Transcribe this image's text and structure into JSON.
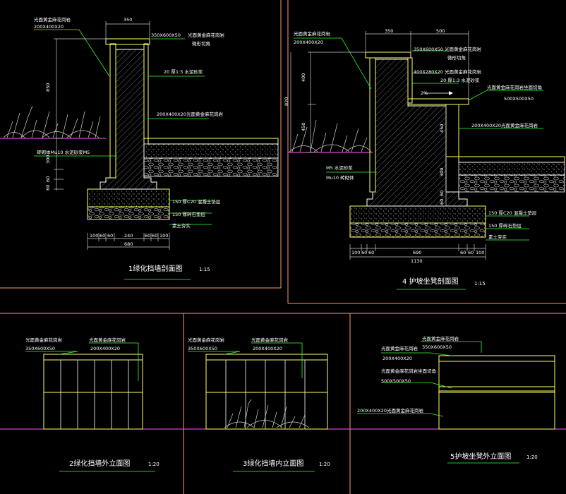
{
  "colors": {
    "frame": "#ff9a66",
    "wall": "#fff",
    "yellow": "#ffff66",
    "green": "#33ff33",
    "cyan": "#33ffff",
    "magenta": "#ff55ff",
    "plant": "#cfcfcf",
    "white": "#ffffff"
  },
  "s1": {
    "title": "1绿化挡墙剖面图",
    "scale": "1:15",
    "lbl_cap_note": "光面黄金麻花岗岩",
    "lbl_cap_dim": "200X400X20",
    "dim_top": "350",
    "lbl_top_slab": "350X600X50",
    "lbl_top_slab2": "光面黄金麻花岗岩",
    "lbl_top_slab3": "微形切角",
    "lbl_mortar": "20 厚1:3 水泥砂浆",
    "lbl_face": "200X400X20光面黄金麻花岗岩",
    "v_850": "850",
    "v_300": "300",
    "v_60a": "60",
    "v_60b": "60",
    "lbl_brick": "砖砌体Mu10  水泥砂浆M5",
    "lbl_base1": "150 厚C20 混凝土垫层",
    "lbl_base2": "150 厚碎石垫层",
    "lbl_base3": "素土夯实",
    "h_dims": [
      "100",
      "60",
      "60",
      "240",
      "60",
      "60",
      "100"
    ],
    "h_total": "680"
  },
  "s4": {
    "title": "4 护坡坐凳剖面图",
    "scale": "1:15",
    "lbl_cap_note": "光面黄金麻花岗岩",
    "lbl_cap_dim": "200X400X20",
    "dim_350": "350",
    "dim_500": "500",
    "lbl_top": "350X600X50 光面黄金麻花岗岩",
    "lbl_top2": "微形切角",
    "lbl_400": "400X280X20 光面黄金麻花岗岩",
    "lbl_mortar": "20 厚1:3 水泥砂浆",
    "lbl_2pct": "2%",
    "lbl_seat": "光面黄金麻花岗岩坐面切角",
    "lbl_seat_dim": "500X500X50",
    "lbl_face": "200X400X20光面黄金麻花岗岩",
    "v_400": "400",
    "v_820": "820",
    "v_450": "450",
    "v_450b": "450",
    "v_300": "300",
    "v_60a": "60",
    "v_60b": "60",
    "lbl_m5": "M5 水泥砂浆",
    "lbl_mu10": "Mu10 砖砌体",
    "lbl_base1": "150 厚C20 混凝土垫层",
    "lbl_base2": "150 厚碎石垫层",
    "lbl_base3": "素土夯实",
    "h_dims": [
      "100",
      "60",
      "60",
      "690",
      "60",
      "60",
      "100"
    ],
    "h_total": "1130"
  },
  "s2": {
    "title": "2绿化挡墙外立面图",
    "scale": "1:20",
    "l1": "光面黄金麻花岗岩",
    "l1d": "350X600X50",
    "l2": "光面黄金麻花岗岩",
    "l2d": "200X400X20"
  },
  "s3": {
    "title": "3绿化挡墙内立面图",
    "scale": "1:20",
    "l1": "光面黄金麻花岗岩",
    "l1d": "350X600X50",
    "l2": "光面黄金麻花岗岩",
    "l2d": "200X400X20"
  },
  "s5": {
    "title": "5护坡坐凳外立面图",
    "scale": "1:20",
    "l1": "光面黄金麻花岗岩",
    "l1d": "350X600X50",
    "l2": "光面黄金麻花岗岩",
    "l2d": "200X400X20",
    "l3": "光面黄金麻花岗岩坐面切角",
    "l3d": "500X500X50",
    "l4": "200X400X20光面黄金麻花岗岩"
  }
}
